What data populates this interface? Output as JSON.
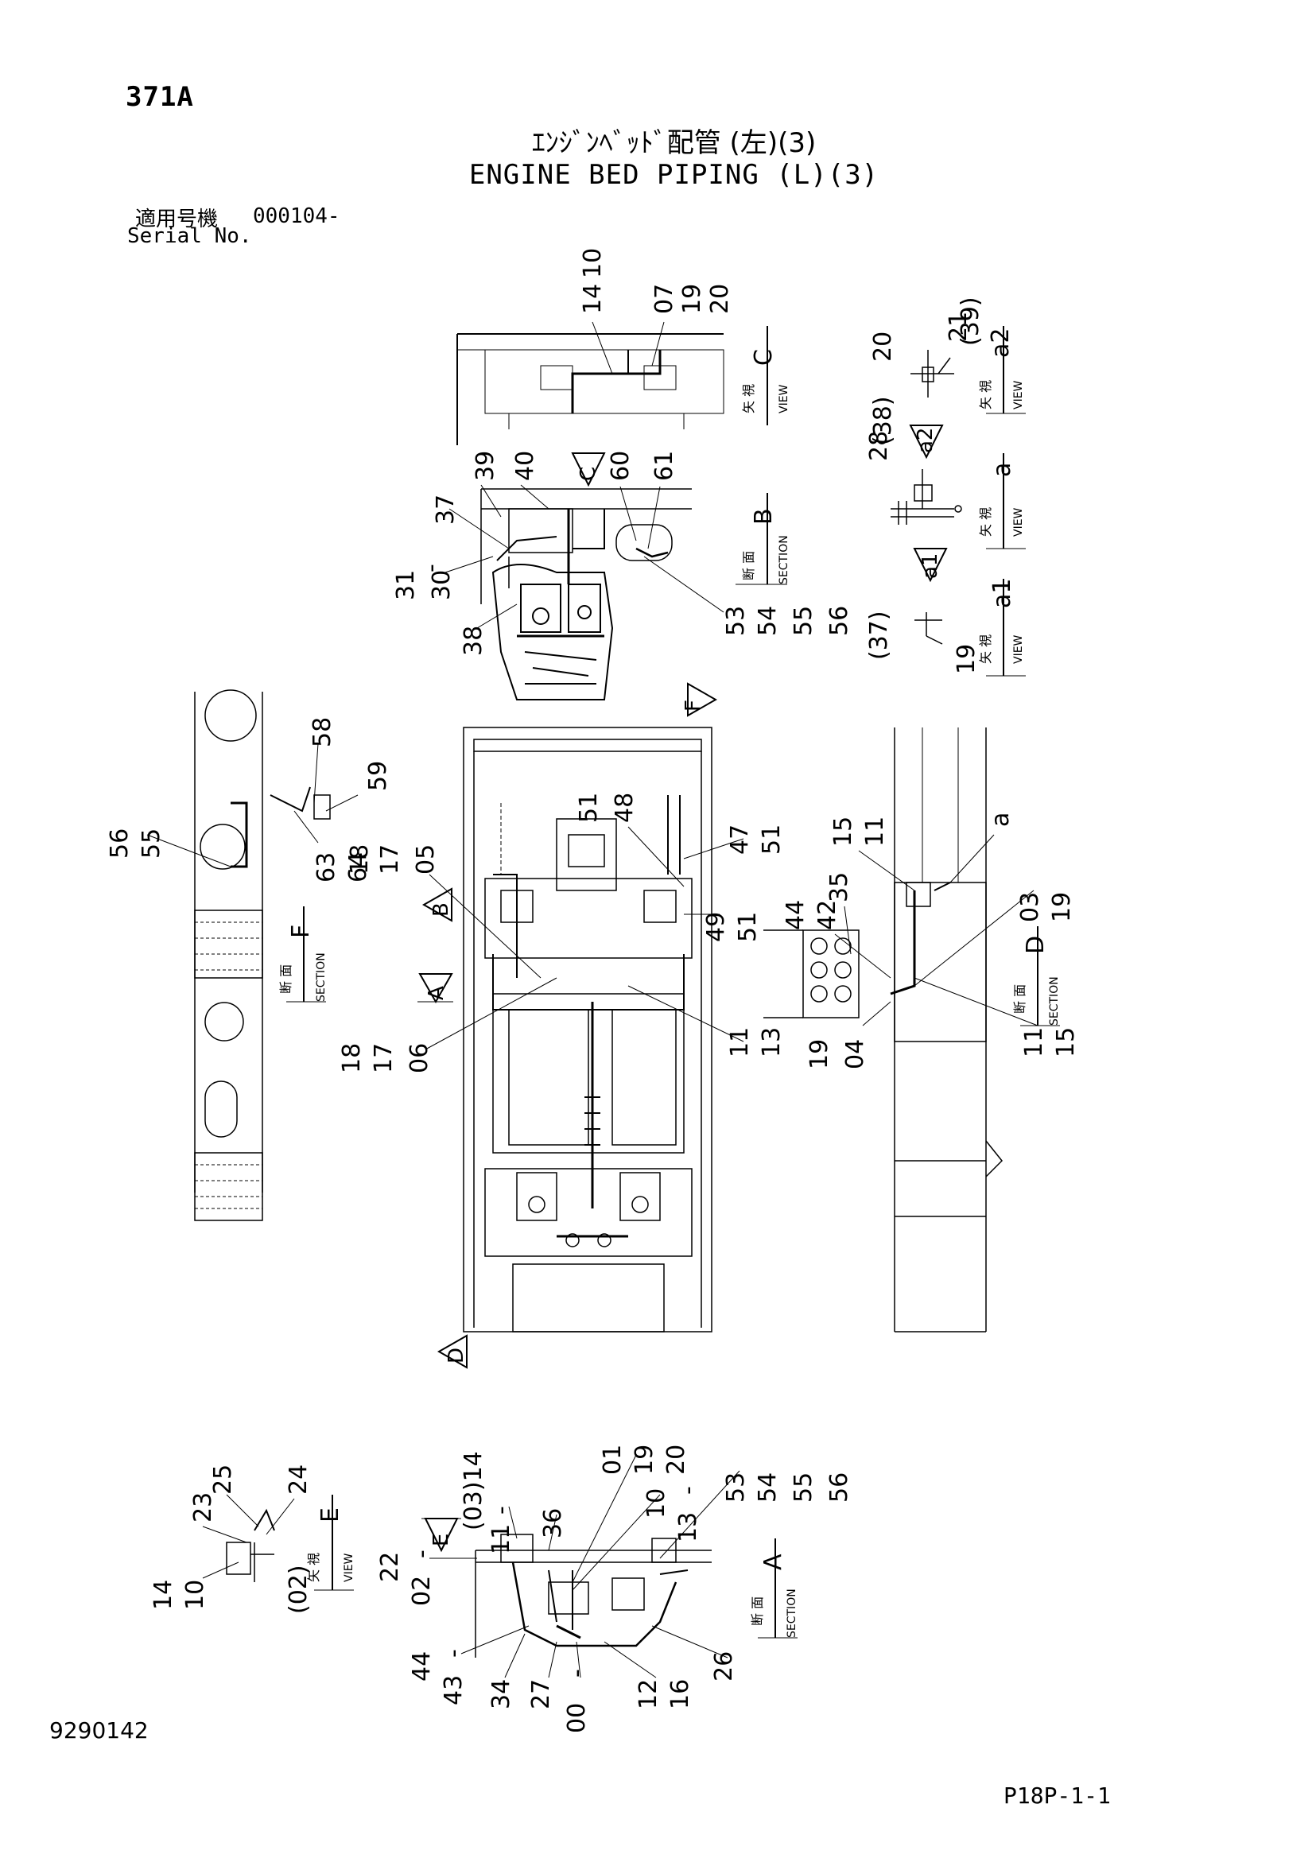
{
  "header": {
    "page_code": "371A",
    "title_jp": "ｴﾝｼﾞﾝﾍﾞｯﾄﾞ配管 (左)(3)",
    "title_en": "ENGINE BED PIPING (L)(3)",
    "serial_label_jp": "適用号機",
    "serial_value": "000104-",
    "serial_label_en": "Serial No."
  },
  "footer": {
    "doc_number": "9290142",
    "sheet_number": "P18P-1-1"
  },
  "views": {
    "view_c": {
      "jp": "矢 視",
      "en": "VIEW",
      "letter": "C"
    },
    "section_b": {
      "jp": "断 面",
      "en": "SECTION",
      "letter": "B"
    },
    "view_a2": {
      "jp": "矢 視",
      "en": "VIEW",
      "letter": "a2"
    },
    "view_a": {
      "jp": "矢 視",
      "en": "VIEW",
      "letter": "a"
    },
    "view_a1": {
      "jp": "矢 視",
      "en": "VIEW",
      "letter": "a1"
    },
    "section_f": {
      "jp": "断 面",
      "en": "SECTION",
      "letter": "F"
    },
    "section_d": {
      "jp": "断 面",
      "en": "SECTION",
      "letter": "D"
    },
    "view_e": {
      "jp": "矢 視",
      "en": "VIEW",
      "letter": "E"
    },
    "section_a": {
      "jp": "断 面",
      "en": "SECTION",
      "letter": "A"
    }
  },
  "arrows": {
    "c": "C",
    "a2": "a2",
    "a1": "a1",
    "f": "F",
    "b": "B",
    "a": "A",
    "d": "D",
    "e": "E",
    "a_small": "a"
  },
  "callouts": {
    "c_1": "14",
    "c_2": "10",
    "c_3": "07",
    "c_4": "19",
    "c_5": "20",
    "a2_1": "20",
    "a2_2": "21",
    "a2_3": "(39)",
    "a2_4": "(38)",
    "a_1": "28",
    "a1_1": "(37)",
    "a1_2": "19",
    "b_1": "39",
    "b_2": "40",
    "b_3": "60",
    "b_4": "61",
    "b_5": "37",
    "b_6": "31",
    "b_7": "30",
    "b_8": "38",
    "b_9": "53",
    "b_10": "54",
    "b_11": "55",
    "b_12": "56",
    "f_1": "58",
    "f_2": "59",
    "f_3": "56",
    "f_4": "55",
    "f_5": "63",
    "f_6": "64",
    "m_1": "18",
    "m_2": "17",
    "m_3": "05",
    "m_4": "51",
    "m_5": "48",
    "m_6": "47",
    "m_7": "51",
    "m_8": "49",
    "m_9": "51",
    "m_10": "18",
    "m_11": "17",
    "m_12": "06",
    "m_13": "11",
    "m_14": "13",
    "d_1": "15",
    "d_2": "11",
    "d_3": "35",
    "d_4": "44",
    "d_5": "42",
    "d_6": "03",
    "d_7": "19",
    "d_8": "19",
    "d_9": "04",
    "d_10": "11",
    "d_11": "15",
    "e_1": "25",
    "e_2": "24",
    "e_3": "23",
    "e_4": "14",
    "e_5": "10",
    "e_6": "(02)",
    "s_1": "(03)14",
    "s_2": "11",
    "s_3": "36",
    "s_4": "01",
    "s_5": "19",
    "s_6": "20",
    "s_7": "10",
    "s_8": "13",
    "s_9": "53",
    "s_10": "54",
    "s_11": "55",
    "s_12": "56",
    "s_13": "22",
    "s_14": "02",
    "s_15": "44",
    "s_16": "43",
    "s_17": "34",
    "s_18": "27",
    "s_19": "00",
    "s_20": "12",
    "s_21": "16",
    "s_22": "26"
  }
}
